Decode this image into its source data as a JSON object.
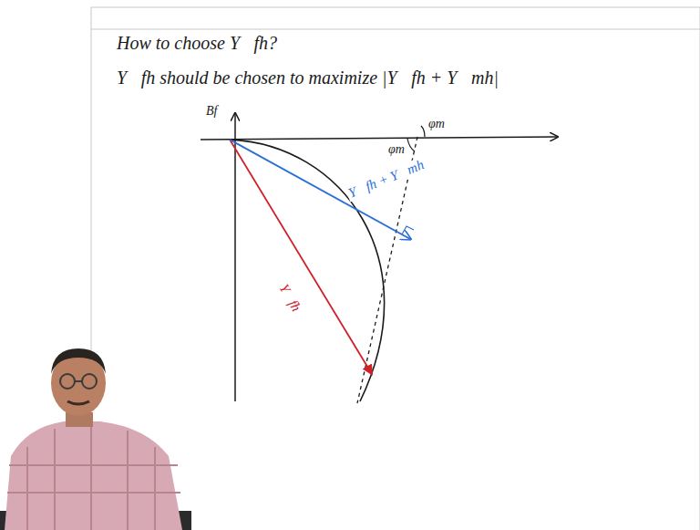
{
  "diagram": {
    "title": "How to choose Y⃗fh?",
    "labels": [
      "Y⃗fh should be chosen to maximize |Y⃗fh + Y⃗mh|",
      "Bf",
      "φm",
      "φm",
      "Y⃗fh + Y⃗mh",
      "Y⃗fh"
    ]
  }
}
